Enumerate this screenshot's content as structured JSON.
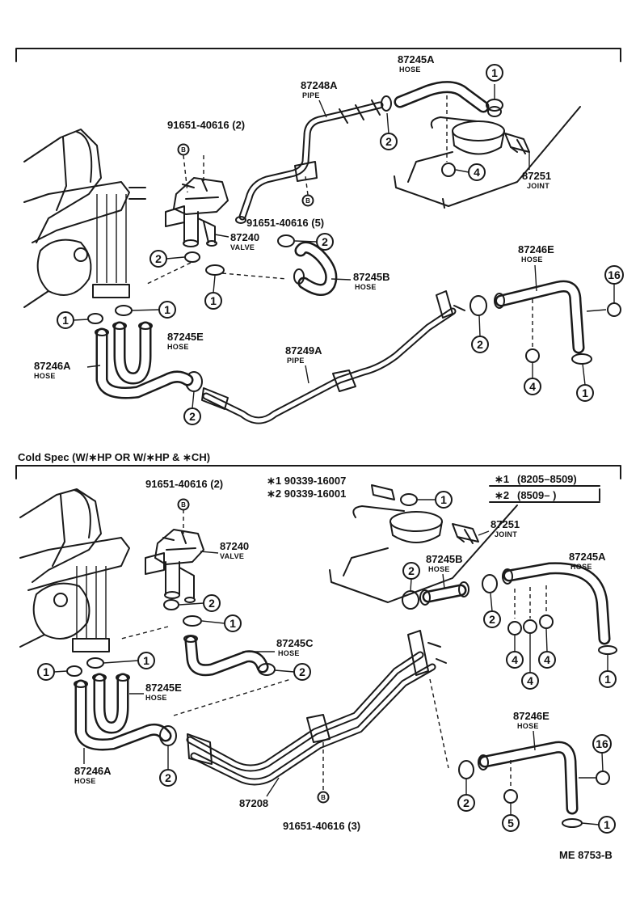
{
  "section_title": "Cold Spec (W/∗HP OR W/∗HP & ∗CH)",
  "footer_code": "ME 8753-B",
  "bolt_letter": "B",
  "legend": [
    {
      "mark": "∗1",
      "text": "(8205–8509)"
    },
    {
      "mark": "∗2",
      "text": "(8509–      )"
    }
  ],
  "parts_top": {
    "p87245A": {
      "number": "87245A",
      "type": "HOSE"
    },
    "p87248A": {
      "number": "87248A",
      "type": "PIPE"
    },
    "bolt_a": "91651-40616 (2)",
    "p87251": {
      "number": "87251",
      "type": "JOINT"
    },
    "bolt_b": "91651-40616 (5)",
    "p87240": {
      "number": "87240",
      "type": "VALVE"
    },
    "p87245B": {
      "number": "87245B",
      "type": "HOSE"
    },
    "p87246E": {
      "number": "87246E",
      "type": "HOSE"
    },
    "p87245E": {
      "number": "87245E",
      "type": "HOSE"
    },
    "p87246A": {
      "number": "87246A",
      "type": "HOSE"
    },
    "p87249A": {
      "number": "87249A",
      "type": "PIPE"
    }
  },
  "parts_bottom": {
    "bolt_a": "91651-40616 (2)",
    "p90339_1": "∗1 90339-16007",
    "p90339_2": "∗2 90339-16001",
    "p87240": {
      "number": "87240",
      "type": "VALVE"
    },
    "p87251": {
      "number": "87251",
      "type": "JOINT"
    },
    "p87245B": {
      "number": "87245B",
      "type": "HOSE"
    },
    "p87245A": {
      "number": "87245A",
      "type": "HOSE"
    },
    "p87245C": {
      "number": "87245C",
      "type": "HOSE"
    },
    "p87245E": {
      "number": "87245E",
      "type": "HOSE"
    },
    "p87246A": {
      "number": "87246A",
      "type": "HOSE"
    },
    "p87208": "87208",
    "bolt_c": "91651-40616 (3)",
    "p87246E": {
      "number": "87246E",
      "type": "HOSE"
    }
  },
  "callouts": {
    "one": "1",
    "two": "2",
    "four": "4",
    "five": "5",
    "sixteen": "16"
  }
}
